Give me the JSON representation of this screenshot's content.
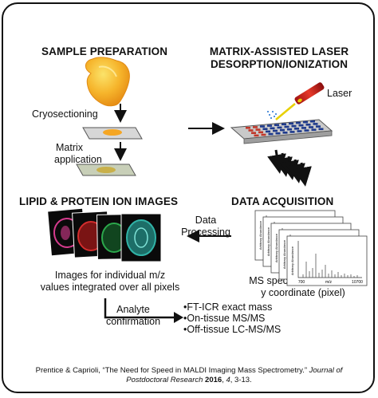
{
  "headings": {
    "sample_prep": "SAMPLE PREPARATION",
    "maldi_line1": "MATRIX-ASSISTED LASER",
    "maldi_line2": "DESORPTION/IONIZATION",
    "lipid_protein": "LIPID & PROTEIN ION IMAGES",
    "data_acq": "DATA ACQUISITION"
  },
  "labels": {
    "cryosectioning": "Cryosectioning",
    "matrix_line1": "Matrix",
    "matrix_line2": "application",
    "laser": "Laser",
    "data_processing_line1": "Data",
    "data_processing_line2": "Processing",
    "analyte_line1": "Analyte",
    "analyte_line2": "confirmation"
  },
  "captions": {
    "images_line1": "Images for individual m/z",
    "images_line2": "values integrated over all pixels",
    "ms_line1": "MS spectrum for each x,",
    "ms_line2": "y coordinate (pixel)"
  },
  "spectrum": {
    "y_axis": "Arbitrary Abundance",
    "x_axis": "m/z",
    "x_min": "700",
    "x_max": "10700"
  },
  "confirmation_methods": [
    "FT-ICR exact mass",
    "On-tissue MS/MS",
    "Off-tissue LC-MS/MS"
  ],
  "citation": {
    "text": "Prentice & Caprioli, “The Need for Speed in MALDI Imaging Mass Spectrometry.”",
    "journal_line1": "Journal of",
    "journal_line2": "Postdoctoral Research",
    "year": "2016",
    "volume": "4",
    "pages": ", 3-13."
  },
  "colors": {
    "tissue_orange": "#f5a623",
    "tissue_highlight": "#f9d046",
    "laser_red": "#d42020",
    "laser_yellow": "#e8d000",
    "grid_blue": "#1e3a8c",
    "grid_red": "#c0392b",
    "slide_gray": "#bdbdbd",
    "panel_pink": "#d63b8e",
    "panel_red": "#d42d2d",
    "panel_green": "#2ca84c",
    "panel_teal": "#30b2a6"
  }
}
